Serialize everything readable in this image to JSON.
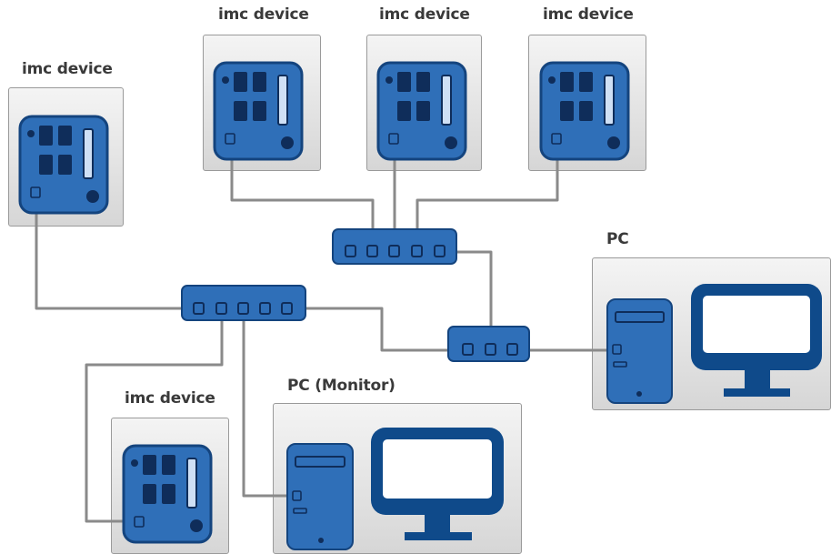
{
  "colors": {
    "cable": "#8a8a8a",
    "device_blue": "#2f6fb8",
    "device_border": "#14447e",
    "dark_navy": "#0f4a8a",
    "screen_white": "#ffffff",
    "tile_border": "#9a9a9a"
  },
  "nodes": {
    "device_top_1": {
      "label": "imc device"
    },
    "device_top_2": {
      "label": "imc device"
    },
    "device_top_3": {
      "label": "imc device"
    },
    "device_left": {
      "label": "imc device"
    },
    "device_bottom": {
      "label": "imc device"
    },
    "pc_right": {
      "label": "PC"
    },
    "pc_monitor": {
      "label": "PC (Monitor)"
    }
  },
  "switches": {
    "top": {
      "ports": 5
    },
    "left": {
      "ports": 5
    },
    "right": {
      "ports": 3
    }
  }
}
